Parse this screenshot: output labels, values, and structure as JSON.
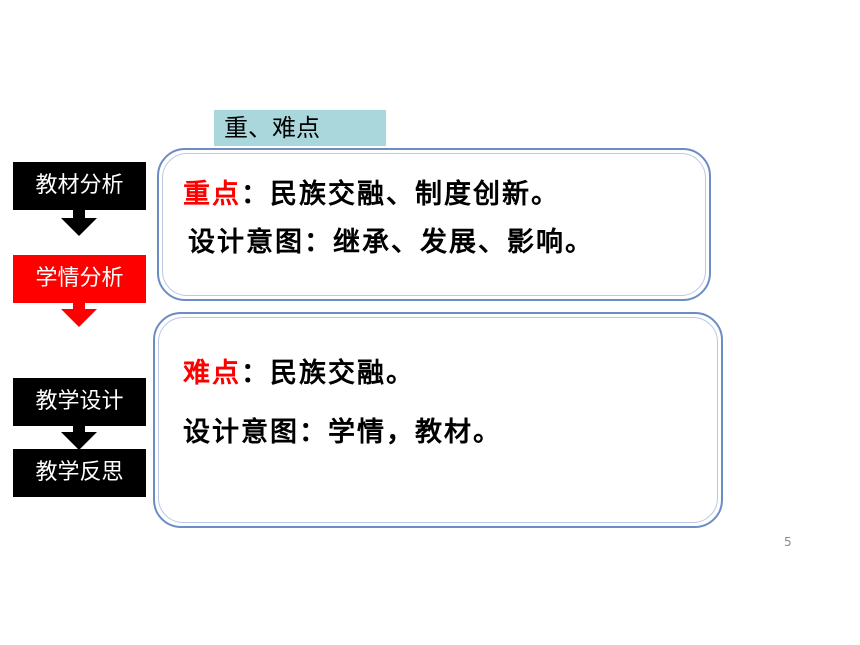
{
  "title_tag": "重、难点",
  "nav": {
    "items": [
      {
        "label": "教材分析",
        "active": false
      },
      {
        "label": "学情分析",
        "active": true
      },
      {
        "label": "教学设计",
        "active": false
      },
      {
        "label": "教学反思",
        "active": false
      }
    ]
  },
  "card_key": {
    "term": "重点",
    "colon": "：",
    "content": "民族交融、制度创新。",
    "intent": "设计意图：继承、发展、影响。"
  },
  "card_difficult": {
    "term": "难点",
    "colon": "：",
    "content": "民族交融。",
    "intent": "设计意图：学情，教材。"
  },
  "page_number": "5",
  "colors": {
    "nav_default": "#000000",
    "nav_active": "#ff0000",
    "accent_red": "#ff0000",
    "title_tag_bg": "#a9d7db",
    "card_border": "#6e8cc4"
  }
}
